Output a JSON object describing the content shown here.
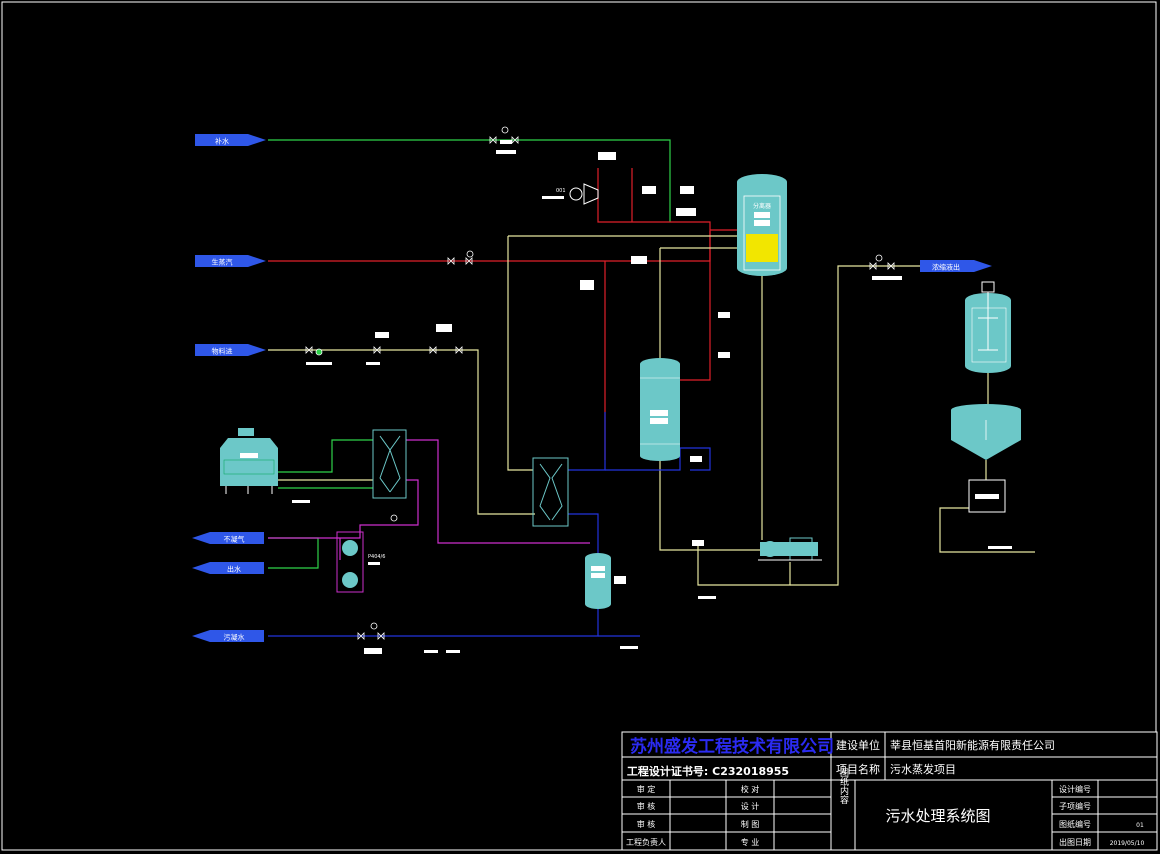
{
  "streams": {
    "makeup_water": "补水",
    "raw_steam": "生蒸汽",
    "feed_in": "物料进",
    "noncondensable_gas": "不凝气",
    "water_out": "出水",
    "condensate": "污凝水",
    "concentrate_out": "浓缩液出"
  },
  "equipment": {
    "separator": "分离器",
    "vacuum_pump": "P404/6",
    "fan": "001"
  },
  "title_block": {
    "company": "苏州盛发工程技术有限公司",
    "certificate": "工程设计证书号: C232018955",
    "client_label": "建设单位",
    "client_value": "莘县恒基首阳新能源有限责任公司",
    "project_label": "项目名称",
    "project_value": "污水蒸发项目",
    "drawing_title": "污水处理系统图",
    "content_label": "图纸内容",
    "approve": "审  定",
    "check": "校  对",
    "review": "审  核",
    "design": "设  计",
    "audit": "审  核",
    "draw": "制  图",
    "project_lead": "工程负责人",
    "discipline": "专  业",
    "design_no_label": "设计编号",
    "sub_no_label": "子项编号",
    "drawing_no_label": "图纸编号",
    "drawing_no_value": "01",
    "date_label": "出图日期",
    "date_value": "2019/05/10"
  },
  "colors": {
    "background": "#000000",
    "steam_line": "#e0202a",
    "makeup_line": "#2fd24a",
    "process_line": "#e6e6a0",
    "cooling_line": "#cc2fcc",
    "condensate_line": "#2233dd",
    "vessel_fill": "#6cc8c8",
    "liquid_level": "#f2e600",
    "label_box": "#2f57e8",
    "title_blue": "#2b2bf2"
  }
}
